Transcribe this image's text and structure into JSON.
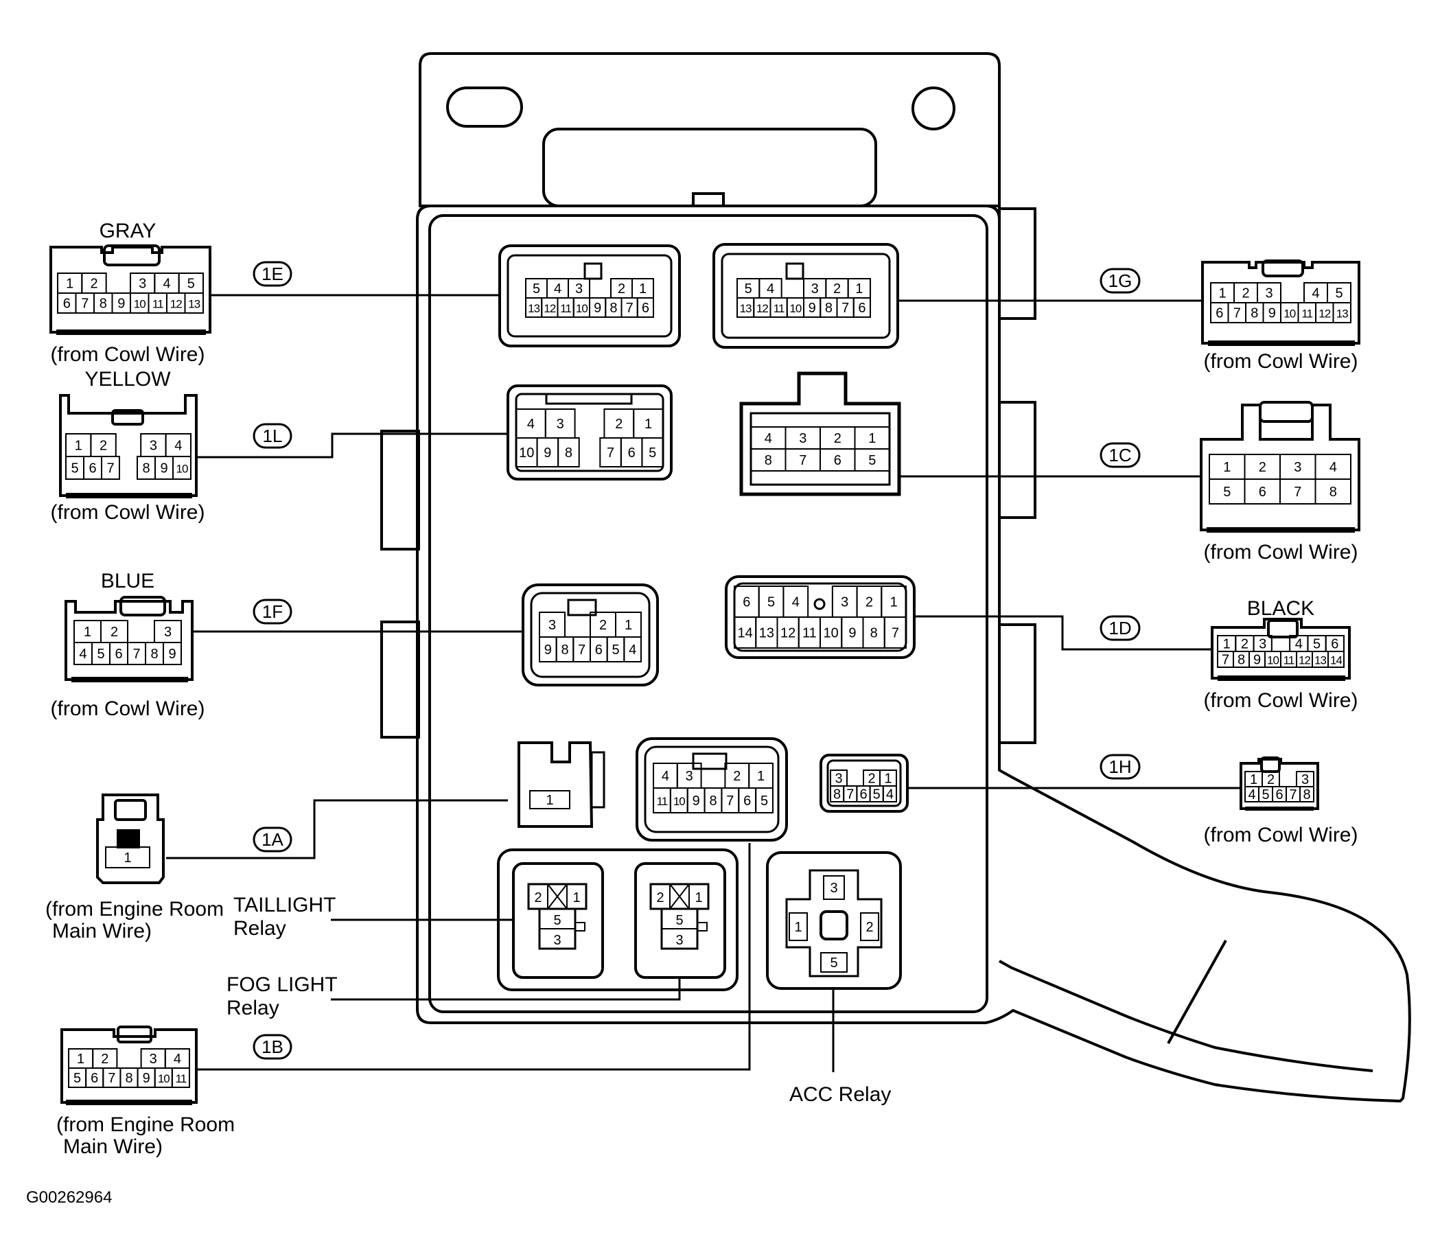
{
  "figure_id": "G00262964",
  "external_connectors": [
    {
      "id": "1E",
      "color": "GRAY",
      "source": "(from Cowl Wire)",
      "pins": [
        [
          "1",
          "2",
          "",
          "3",
          "4",
          "5"
        ],
        [
          "6",
          "7",
          "8",
          "9",
          "10",
          "11",
          "12",
          "13"
        ]
      ]
    },
    {
      "id": "1L",
      "color": "YELLOW",
      "source": "(from Cowl Wire)",
      "pins": [
        [
          "1",
          "2",
          "",
          "3",
          "4"
        ],
        [
          "5",
          "6",
          "7",
          "",
          "8",
          "9",
          "10"
        ]
      ]
    },
    {
      "id": "1F",
      "color": "BLUE",
      "source": "(from Cowl Wire)",
      "pins": [
        [
          "1",
          "2",
          "",
          "3"
        ],
        [
          "4",
          "5",
          "6",
          "7",
          "8",
          "9"
        ]
      ]
    },
    {
      "id": "1A",
      "color": "",
      "source": "(from Engine Room Main Wire)",
      "pins": [
        [
          "1"
        ]
      ]
    },
    {
      "id": "1B",
      "color": "",
      "source": "(from Engine Room Main Wire)",
      "pins": [
        [
          "1",
          "2",
          "",
          "3",
          "4"
        ],
        [
          "5",
          "6",
          "7",
          "8",
          "9",
          "10",
          "11"
        ]
      ]
    },
    {
      "id": "1G",
      "color": "",
      "source": "(from Cowl Wire)",
      "pins": [
        [
          "1",
          "2",
          "3",
          "",
          "4",
          "5"
        ],
        [
          "6",
          "7",
          "8",
          "9",
          "10",
          "11",
          "12",
          "13"
        ]
      ]
    },
    {
      "id": "1C",
      "color": "",
      "source": "(from Cowl Wire)",
      "pins": [
        [
          "1",
          "2",
          "3",
          "4"
        ],
        [
          "5",
          "6",
          "7",
          "8"
        ]
      ]
    },
    {
      "id": "1D",
      "color": "BLACK",
      "source": "(from Cowl Wire)",
      "pins": [
        [
          "1",
          "2",
          "3",
          "",
          "4",
          "5",
          "6"
        ],
        [
          "7",
          "8",
          "9",
          "10",
          "11",
          "12",
          "13",
          "14"
        ]
      ]
    },
    {
      "id": "1H",
      "color": "",
      "source": "(from Cowl Wire)",
      "pins": [
        [
          "1",
          "2",
          "",
          "3"
        ],
        [
          "4",
          "5",
          "6",
          "7",
          "8"
        ]
      ]
    }
  ],
  "block_sockets": {
    "1E": [
      [
        "5",
        "4",
        "3",
        "",
        "2",
        "1"
      ],
      [
        "13",
        "12",
        "11",
        "10",
        "9",
        "8",
        "7",
        "6"
      ]
    ],
    "1G": [
      [
        "5",
        "4",
        "",
        "3",
        "2",
        "1"
      ],
      [
        "13",
        "12",
        "11",
        "10",
        "9",
        "8",
        "7",
        "6"
      ]
    ],
    "1L": [
      [
        "4",
        "3",
        "",
        "2",
        "1"
      ],
      [
        "10",
        "9",
        "8",
        "",
        "7",
        "6",
        "5"
      ]
    ],
    "1C": [
      [
        "4",
        "3",
        "2",
        "1"
      ],
      [
        "8",
        "7",
        "6",
        "5"
      ]
    ],
    "1F": [
      [
        "3",
        "",
        "2",
        "1"
      ],
      [
        "9",
        "8",
        "7",
        "6",
        "5",
        "4"
      ]
    ],
    "1D": [
      [
        "6",
        "5",
        "4",
        "",
        "3",
        "2",
        "1"
      ],
      [
        "14",
        "13",
        "12",
        "11",
        "10",
        "9",
        "8",
        "7"
      ]
    ],
    "1A": [
      [
        "1"
      ]
    ],
    "1B": [
      [
        "4",
        "3",
        "",
        "2",
        "1"
      ],
      [
        "11",
        "10",
        "9",
        "8",
        "7",
        "6",
        "5"
      ]
    ],
    "1H": [
      [
        "3",
        "",
        "2",
        "1"
      ],
      [
        "8",
        "7",
        "6",
        "5",
        "4"
      ]
    ]
  },
  "relays": [
    {
      "name": "TAILLIGHT",
      "line2": "Relay",
      "pins": [
        "2",
        "1",
        "5",
        "3"
      ]
    },
    {
      "name": "FOG LIGHT",
      "line2": "Relay",
      "pins": [
        "2",
        "1",
        "5",
        "3"
      ]
    },
    {
      "name": "ACC Relay",
      "line2": "",
      "pins": [
        "3",
        "1",
        "2",
        "5"
      ]
    }
  ],
  "source_lines": {
    "engine_1": "(from Engine Room",
    "engine_2": "Main Wire)"
  }
}
